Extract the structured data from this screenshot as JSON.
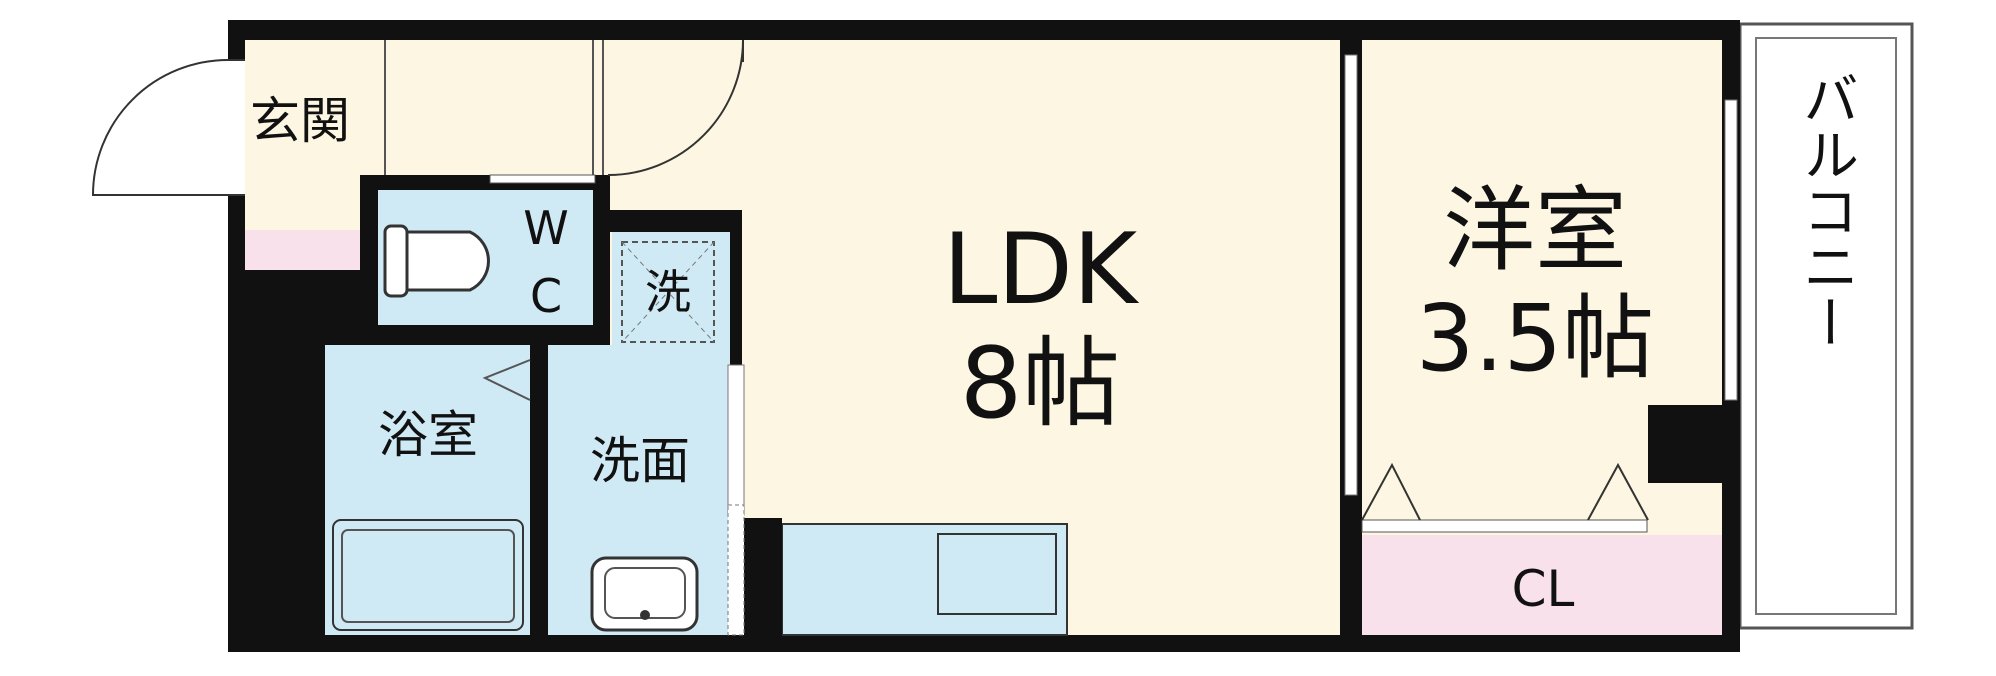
{
  "rooms": {
    "entrance": "玄関",
    "wc_top": "W",
    "wc_bottom": "C",
    "washer": "洗",
    "bath": "浴室",
    "washroom": "洗面",
    "ldk_name": "LDK",
    "ldk_size": "8帖",
    "western_name": "洋室",
    "western_size": "3.5帖",
    "closet": "CL",
    "balcony": "バルコニー"
  },
  "colors": {
    "wall": "#111111",
    "living_floor": "#fdf6e3",
    "wet_area": "#cfeaf5",
    "closet": "#f8e1ea",
    "balcony": "#ffffff"
  }
}
